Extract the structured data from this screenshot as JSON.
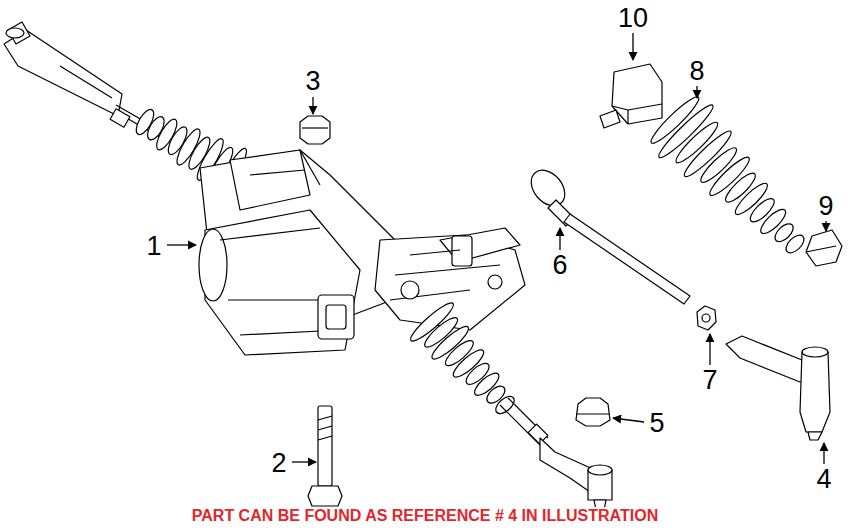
{
  "diagram": {
    "labels": [
      "10",
      "8",
      "3",
      "9",
      "1",
      "6",
      "7",
      "2",
      "5",
      "4",
      "PART CAN BE FOUND AS REFERENCE # 4 IN ILLUSTRATION"
    ]
  }
}
